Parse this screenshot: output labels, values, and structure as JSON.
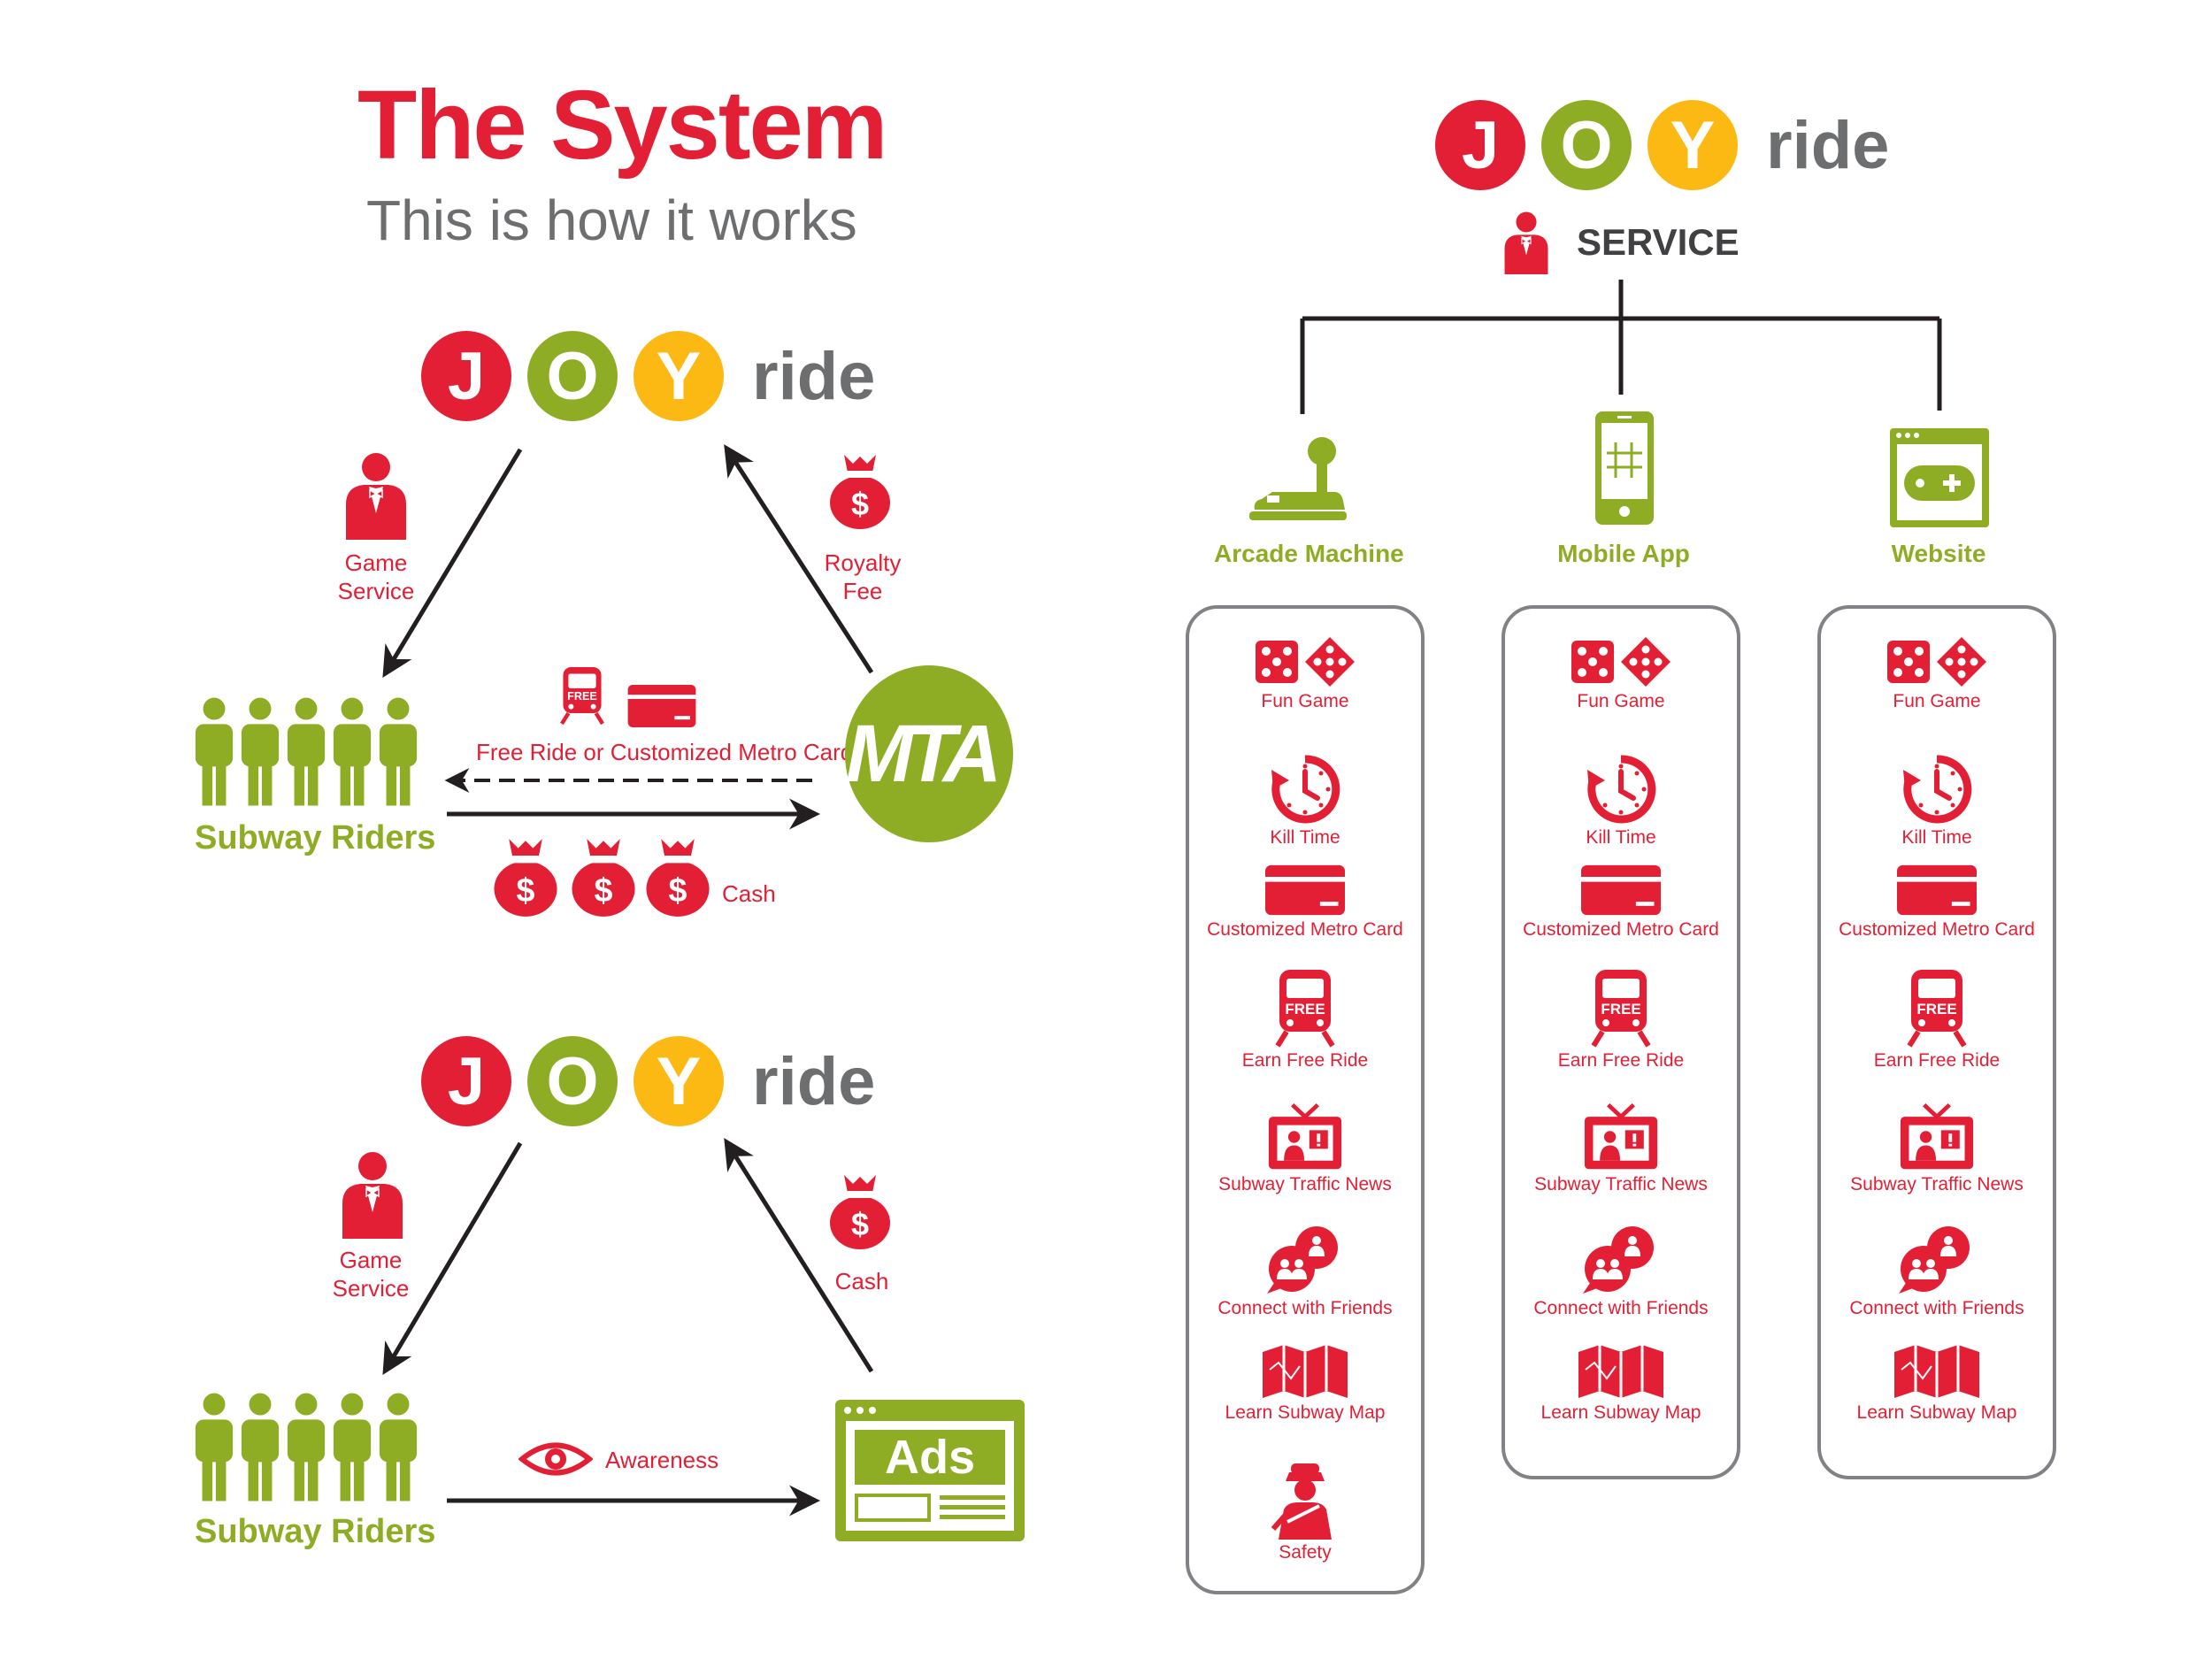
{
  "colors": {
    "red": "#e31f35",
    "green": "#8ead24",
    "yellow": "#fdb913",
    "gray": "#6d6e70",
    "dark": "#231f20"
  },
  "header": {
    "title": "The System",
    "subtitle": "This is how it works"
  },
  "logo": {
    "letters": [
      "J",
      "O",
      "Y"
    ],
    "word": "ride"
  },
  "diagram1": {
    "game_service": "Game\nService",
    "royalty_fee": "Royalty\nFee",
    "free_ride": "Free Ride or Customized Metro Card",
    "cash": "Cash",
    "riders": "Subway Riders",
    "mta": "MTA",
    "free_badge": "FREE"
  },
  "diagram2": {
    "game_service": "Game\nService",
    "cash": "Cash",
    "awareness": "Awareness",
    "riders": "Subway Riders",
    "ads": "Ads"
  },
  "service": {
    "label": "SERVICE",
    "platforms": [
      {
        "name": "Arcade Machine",
        "icon": "joystick-icon"
      },
      {
        "name": "Mobile App",
        "icon": "mobile-phone-icon"
      },
      {
        "name": "Website",
        "icon": "browser-gamepad-icon"
      }
    ],
    "features": [
      "Fun Game",
      "Kill Time",
      "Customized Metro Card",
      "Earn Free Ride",
      "Subway Traffic News",
      "Connect with Friends",
      "Learn Subway Map",
      "Safety"
    ],
    "feature_icons": [
      "dice-icon",
      "clock-icon",
      "metro-card-icon",
      "free-train-icon",
      "tv-news-icon",
      "friends-chat-icon",
      "map-icon",
      "conductor-icon"
    ],
    "panels": [
      {
        "platform": "Arcade Machine",
        "feature_count": 8
      },
      {
        "platform": "Mobile App",
        "feature_count": 7
      },
      {
        "platform": "Website",
        "feature_count": 7
      }
    ]
  }
}
